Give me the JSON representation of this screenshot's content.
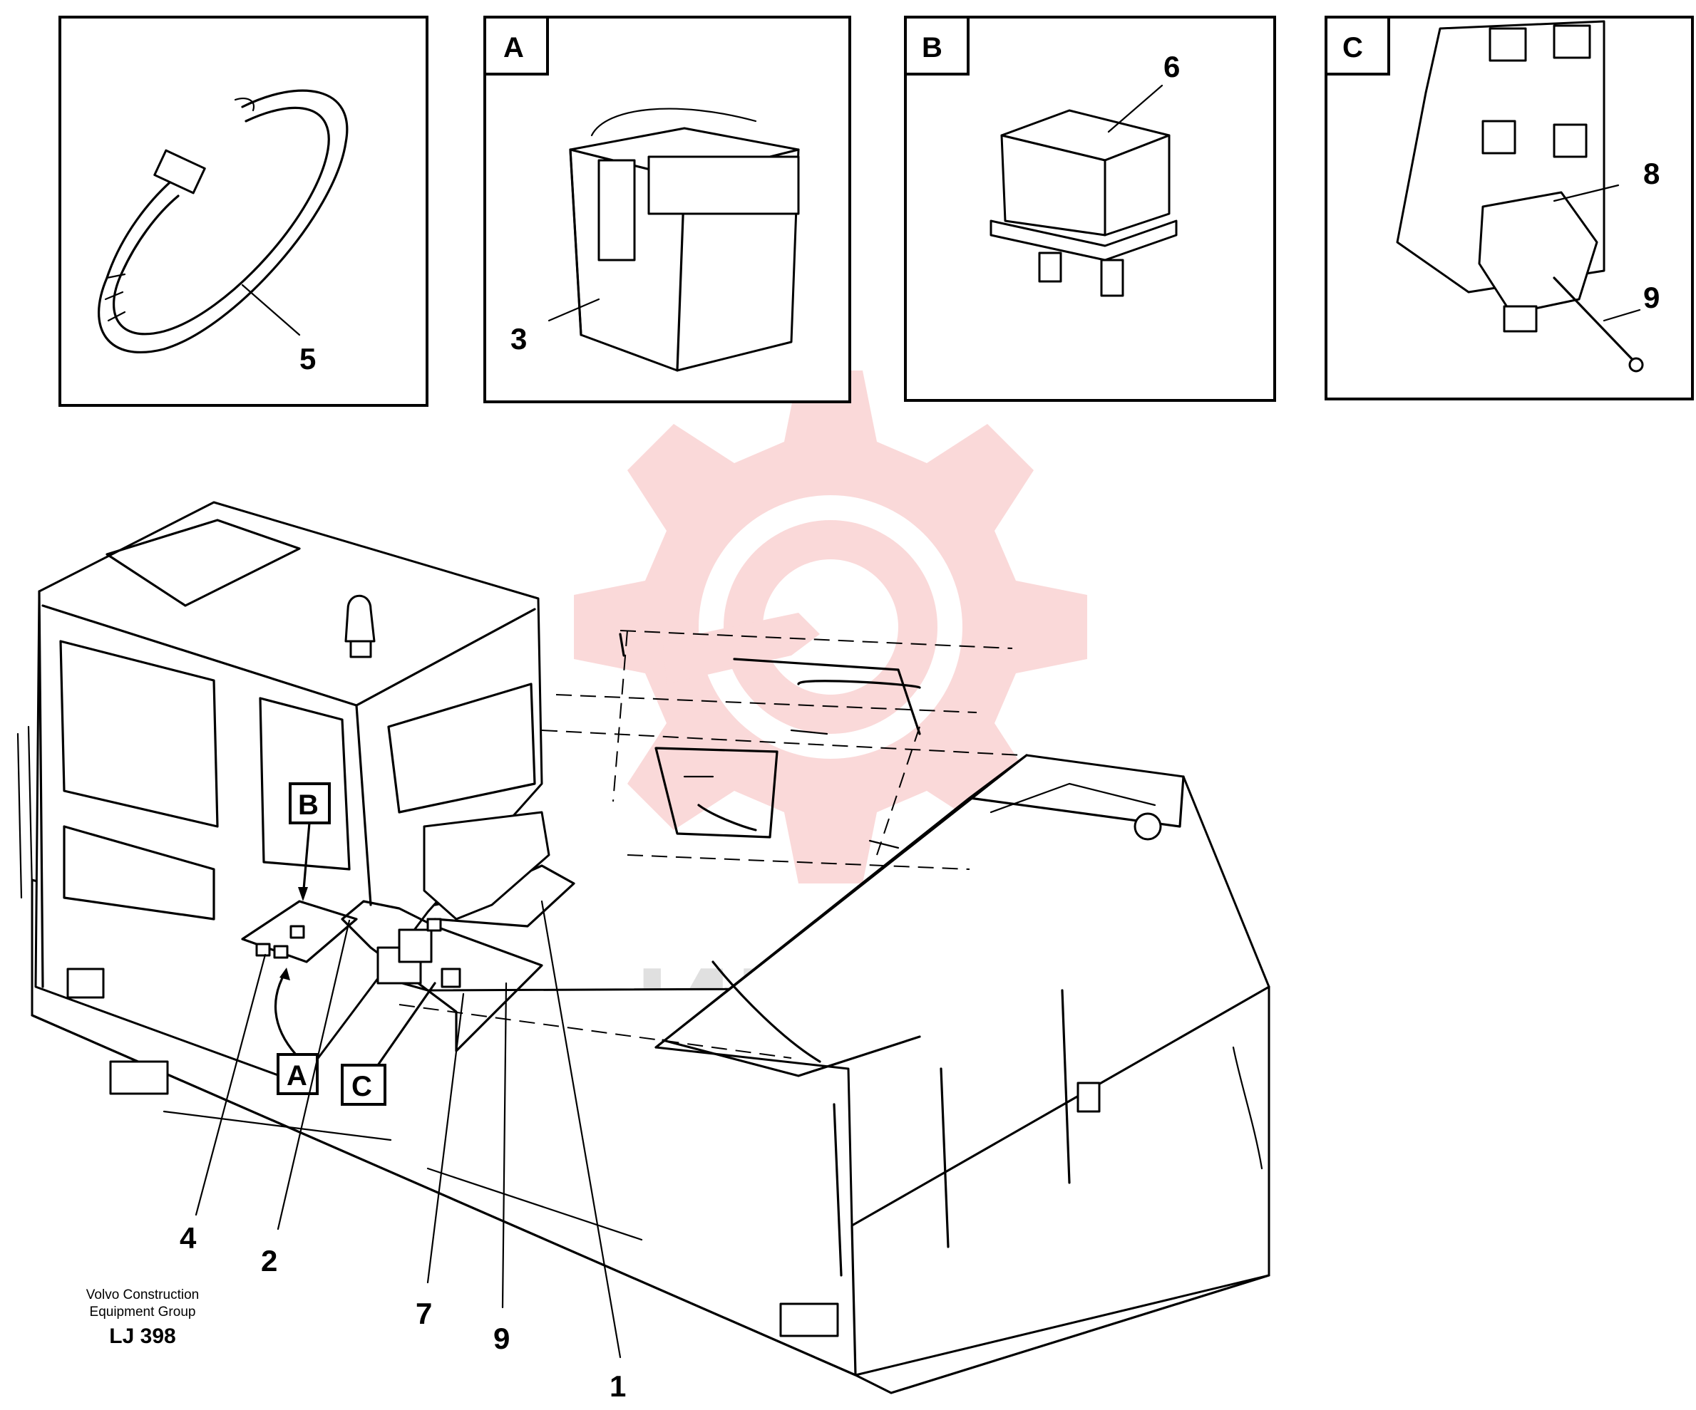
{
  "detail_boxes": [
    {
      "id": "tie",
      "letter": "",
      "callouts": [
        "5"
      ]
    },
    {
      "id": "A",
      "letter": "A",
      "callouts": [
        "3"
      ]
    },
    {
      "id": "B",
      "letter": "B",
      "callouts": [
        "6"
      ]
    },
    {
      "id": "C",
      "letter": "C",
      "callouts": [
        "8",
        "9"
      ]
    }
  ],
  "main_view": {
    "detail_refs": [
      "B",
      "A",
      "C"
    ],
    "callouts": [
      "4",
      "2",
      "7",
      "9",
      "1"
    ]
  },
  "watermark": "ИНТЕХ",
  "credit": {
    "line1": "Volvo Construction",
    "line2": "Equipment Group",
    "code": "LJ 398"
  }
}
